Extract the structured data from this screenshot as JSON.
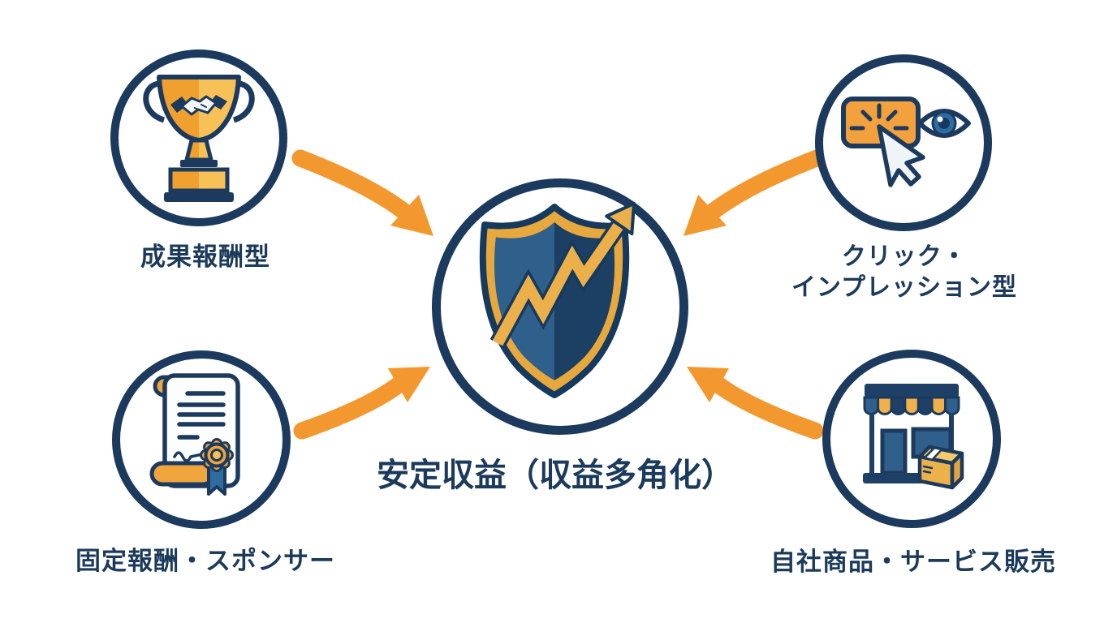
{
  "diagram": {
    "type": "radial-convergence-diagram",
    "background": "#ffffff",
    "colors": {
      "navy_outline": "#1c3a5e",
      "text_navy": "#1b3a5c",
      "arrow_orange": "#f3982e",
      "gold": "#e9a83d",
      "gold_light": "#f6bc55",
      "orange_icon": "#f0a43c",
      "steel_blue": "#2f608c",
      "dark_blue": "#1c3f64",
      "white": "#ffffff"
    },
    "center": {
      "label": "安定収益（収益多角化）",
      "icon": "shield-growth-arrow-icon"
    },
    "nodes": {
      "performance": {
        "label": "成果報酬型",
        "icon": "trophy-handshake-icon",
        "position": "top-left"
      },
      "click_impression": {
        "label_line1": "クリック・",
        "label_line2": "インプレッション型",
        "icon": "click-impression-eye-icon",
        "position": "top-right"
      },
      "fixed_sponsor": {
        "label": "固定報酬・スポンサー",
        "icon": "certificate-seal-icon",
        "position": "bottom-left"
      },
      "own_products": {
        "label": "自社商品・サービス販売",
        "icon": "storefront-box-icon",
        "position": "bottom-right"
      }
    },
    "connectors": [
      {
        "from": "performance",
        "to": "center",
        "style": "curved-orange-arrow"
      },
      {
        "from": "click_impression",
        "to": "center",
        "style": "curved-orange-arrow"
      },
      {
        "from": "fixed_sponsor",
        "to": "center",
        "style": "curved-orange-arrow"
      },
      {
        "from": "own_products",
        "to": "center",
        "style": "curved-orange-arrow"
      }
    ]
  }
}
